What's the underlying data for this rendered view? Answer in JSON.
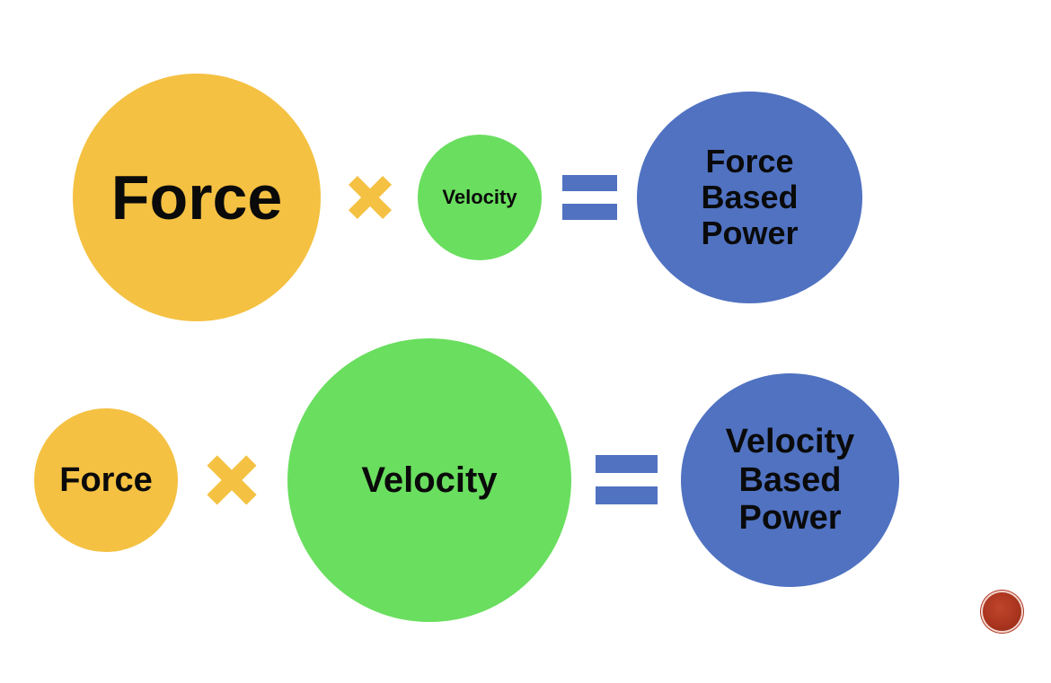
{
  "colors": {
    "force": "#f4c142",
    "velocity": "#6ade5f",
    "power": "#5072c1",
    "operator_times": "#f4c142",
    "operator_equals": "#5072c1",
    "text": "#0a0a0a",
    "marker": "#a8341e"
  },
  "row1": {
    "factor1": "Force",
    "operator1": "multiply-icon",
    "factor2": "Velocity",
    "operator2": "equals-icon",
    "result": "Force\nBased\nPower"
  },
  "row2": {
    "factor1": "Force",
    "operator1": "multiply-icon",
    "factor2": "Velocity",
    "operator2": "equals-icon",
    "result": "Velocity\nBased\nPower"
  },
  "decor": {
    "marker_icon": "slide-marker-icon"
  }
}
